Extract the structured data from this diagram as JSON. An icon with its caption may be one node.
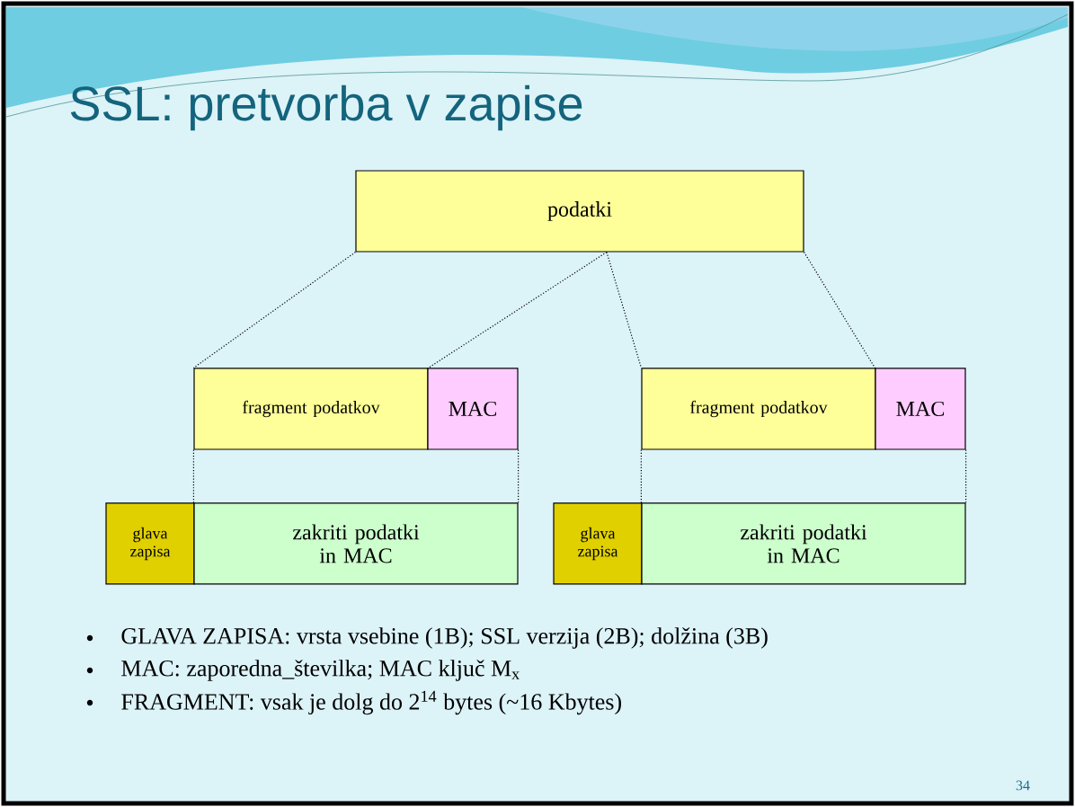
{
  "diagram": {
    "title": "SSL: pretvorba v zapise",
    "nodes": [
      {
        "text": [
          "podatki"
        ]
      },
      {
        "text": [
          "fragment podatkov"
        ]
      },
      {
        "text": [
          "MAC"
        ]
      },
      {
        "text": [
          "fragment podatkov"
        ]
      },
      {
        "text": [
          "MAC"
        ]
      },
      {
        "text": [
          "glava zapisa"
        ]
      },
      {
        "text": [
          "zakriti podatki in MAC"
        ]
      },
      {
        "text": [
          "glava zapisa"
        ]
      },
      {
        "text": [
          "zakriti podatki in MAC"
        ]
      }
    ],
    "edges": [
      {
        "from": 0,
        "to": 1,
        "arrow": "none",
        "style": "dashed"
      },
      {
        "from": 0,
        "to": 1,
        "arrow": "none",
        "style": "dashed"
      },
      {
        "from": 0,
        "to": 3,
        "arrow": "none",
        "style": "dashed"
      },
      {
        "from": 0,
        "to": 4,
        "arrow": "none",
        "style": "dashed"
      },
      {
        "from": 1,
        "to": 6,
        "arrow": "none",
        "style": "dashed"
      },
      {
        "from": 2,
        "to": 6,
        "arrow": "none",
        "style": "dashed"
      },
      {
        "from": 3,
        "to": 8,
        "arrow": "none",
        "style": "dashed"
      },
      {
        "from": 4,
        "to": 8,
        "arrow": "none",
        "style": "dashed"
      }
    ],
    "labels": [
      "GLAVA ZAPISA: vrsta vsebine (1B); SSL verzija (2B); dolžina (3B)",
      "MAC: zaporedna_številka; MAC ključ M$_{x}$",
      "FRAGMENT: vsak je dolg do 2$^{14}$ bytes (~16 Kbytes)",
      "34"
    ]
  }
}
